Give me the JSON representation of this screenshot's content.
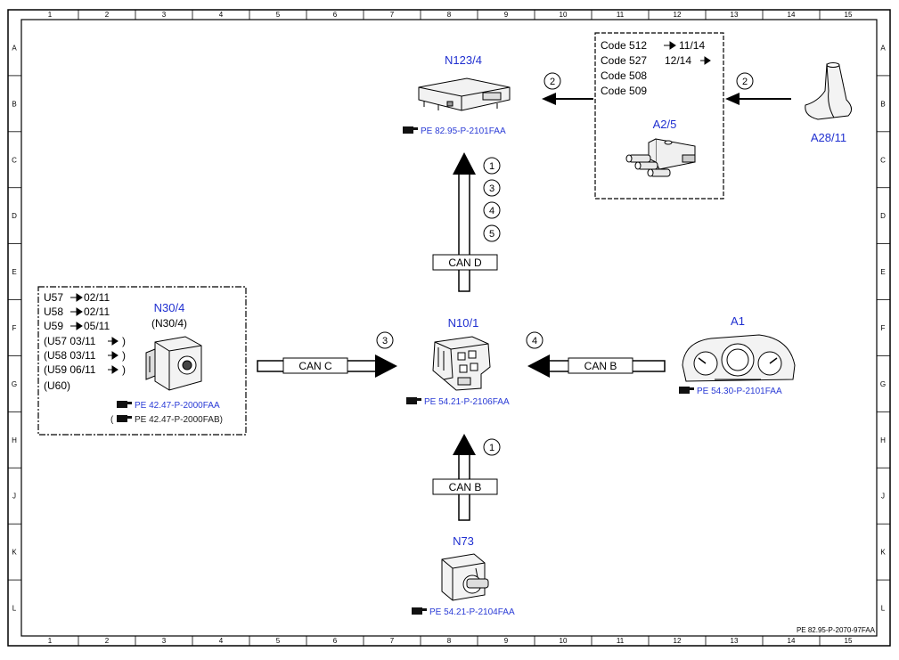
{
  "grid": {
    "columns": [
      "1",
      "2",
      "3",
      "4",
      "5",
      "6",
      "7",
      "8",
      "9",
      "10",
      "11",
      "12",
      "13",
      "14",
      "15"
    ],
    "rows": [
      "A",
      "B",
      "C",
      "D",
      "E",
      "F",
      "G",
      "H",
      "J",
      "K",
      "L"
    ]
  },
  "components": {
    "n123": {
      "label": "N123/4",
      "ref": "PE 82.95-P-2101FAA"
    },
    "a2_5": {
      "label": "A2/5"
    },
    "a28": {
      "label": "A28/11"
    },
    "n10": {
      "label": "N10/1",
      "ref": "PE 54.21-P-2106FAA"
    },
    "n30": {
      "label": "N30/4",
      "sublabel": "(N30/4)",
      "ref1": "PE 42.47-P-2000FAA",
      "ref2_prefix": "(",
      "ref2": "PE 42.47-P-2000FAB)"
    },
    "a1": {
      "label": "A1",
      "ref": "PE 54.30-P-2101FAA"
    },
    "n73": {
      "label": "N73",
      "ref": "PE 54.21-P-2104FAA"
    }
  },
  "codes": [
    {
      "code": "Code 512",
      "note": "11/14"
    },
    {
      "code": "Code 527",
      "note": "12/14"
    },
    {
      "code": "Code 508",
      "note": ""
    },
    {
      "code": "Code 509",
      "note": ""
    }
  ],
  "variants": {
    "u57": "U57",
    "u57_note": "02/11",
    "u58": "U58",
    "u58_note": "02/11",
    "u59": "U59",
    "u59_note": "05/11",
    "p57": "(U57  03/11",
    "p58": "(U58  03/11",
    "p59": "(U59  06/11",
    "p_close": ")",
    "u60": "(U60)"
  },
  "buses": {
    "top": "CAN D",
    "left": "CAN C",
    "right": "CAN B",
    "bottom": "CAN B"
  },
  "circles": {
    "c_a2": "2",
    "c_a28": "2",
    "up1": "1",
    "up3": "3",
    "up4": "4",
    "up5": "5",
    "left3": "3",
    "right4": "4",
    "bottom1": "1"
  },
  "footer": "PE 82.95-P-2070-97FAA",
  "colors": {
    "label_blue": "#1f2fd0",
    "line": "#000000"
  }
}
